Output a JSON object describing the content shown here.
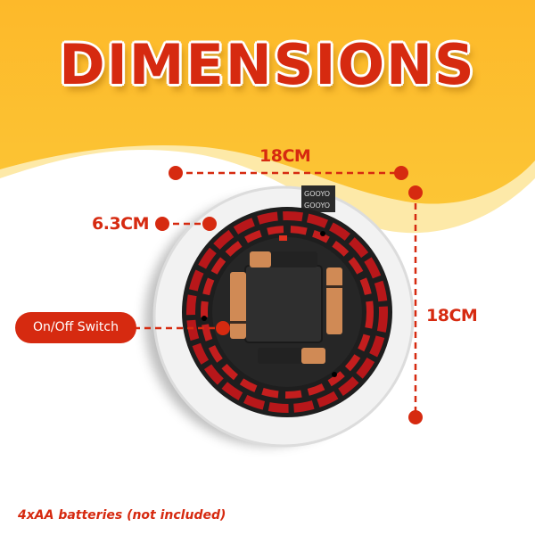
{
  "title": "DIMENSIONS",
  "measurements": {
    "width": "18CM",
    "height": "18CM",
    "depth": "6.3CM"
  },
  "callout": {
    "switch_label": "On/Off Switch"
  },
  "note": "4xAA batteries (not included)",
  "product": {
    "brand_sticker": "GOOYO",
    "battery_count": 4
  },
  "colors": {
    "accent": "#d62a10",
    "banner_yellow": "#fbbd2c",
    "banner_light": "#fde9a8",
    "background": "#ffffff"
  }
}
